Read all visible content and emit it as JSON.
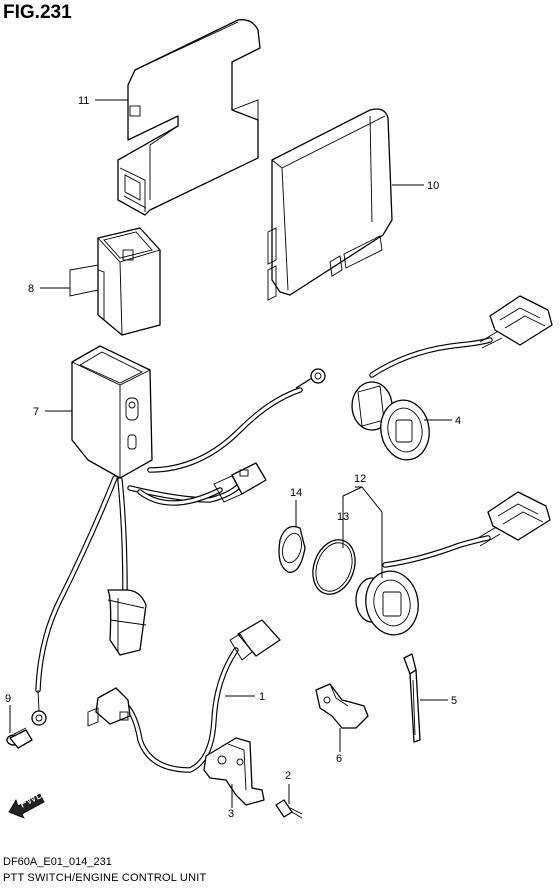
{
  "figure": {
    "title": "FIG.231",
    "code": "DF60A_E01_014_231",
    "caption": "PTT SWITCH/ENGINE CONTROL UNIT",
    "direction_badge": "FWD"
  },
  "callouts": [
    {
      "number": "1"
    },
    {
      "number": "2"
    },
    {
      "number": "3"
    },
    {
      "number": "4"
    },
    {
      "number": "5"
    },
    {
      "number": "6"
    },
    {
      "number": "7"
    },
    {
      "number": "8"
    },
    {
      "number": "9"
    },
    {
      "number": "10"
    },
    {
      "number": "11"
    },
    {
      "number": "12"
    },
    {
      "number": "13"
    },
    {
      "number": "14"
    }
  ]
}
